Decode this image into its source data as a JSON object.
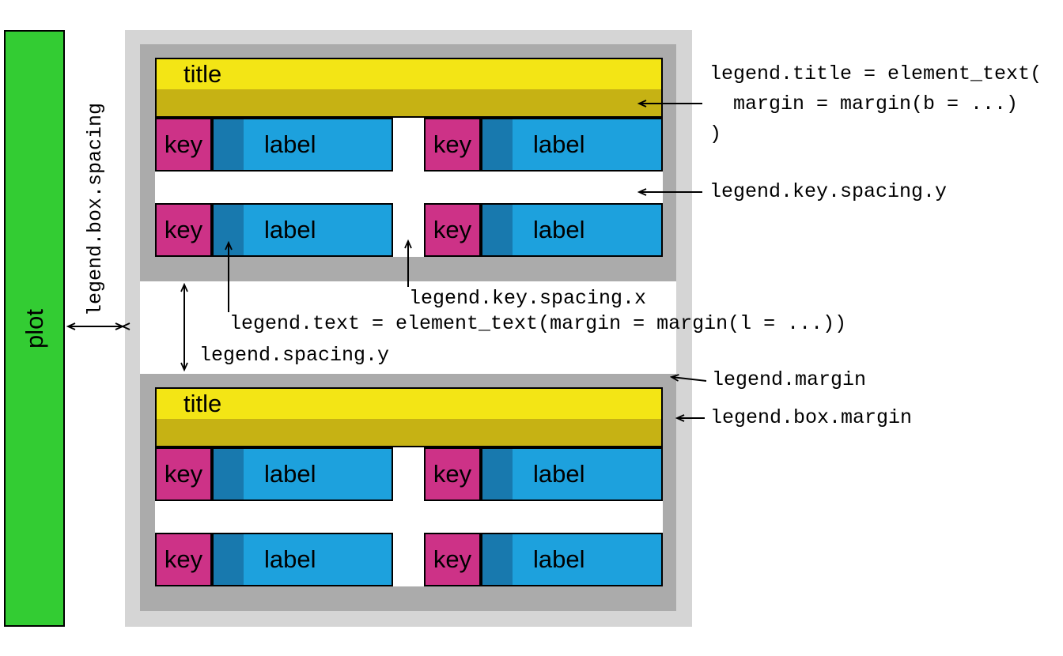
{
  "colors": {
    "plot_green": "#33cc33",
    "outer_box_gray": "#d5d5d5",
    "legend_gray": "#ababab",
    "title_yellow": "#f3e515",
    "title_margin_olive": "#c6b214",
    "key_magenta": "#cd3287",
    "text_margin_blue": "#1879ae",
    "label_blue": "#1da1dd"
  },
  "plot": {
    "label": "plot"
  },
  "legends": [
    {
      "title": "title",
      "entries": [
        {
          "key": "key",
          "label": "label"
        },
        {
          "key": "key",
          "label": "label"
        },
        {
          "key": "key",
          "label": "label"
        },
        {
          "key": "key",
          "label": "label"
        }
      ]
    },
    {
      "title": "title",
      "entries": [
        {
          "key": "key",
          "label": "label"
        },
        {
          "key": "key",
          "label": "label"
        },
        {
          "key": "key",
          "label": "label"
        },
        {
          "key": "key",
          "label": "label"
        }
      ]
    }
  ],
  "annotations": {
    "box_spacing": "legend.box.spacing",
    "title_margin": "legend.title = element_text(\n  margin = margin(b = ...)\n)",
    "key_spacing_y": "legend.key.spacing.y",
    "key_spacing_x": "legend.key.spacing.x",
    "text_margin": "legend.text = element_text(margin = margin(l = ...))",
    "spacing_y": "legend.spacing.y",
    "legend_margin": "legend.margin",
    "box_margin": "legend.box.margin"
  }
}
